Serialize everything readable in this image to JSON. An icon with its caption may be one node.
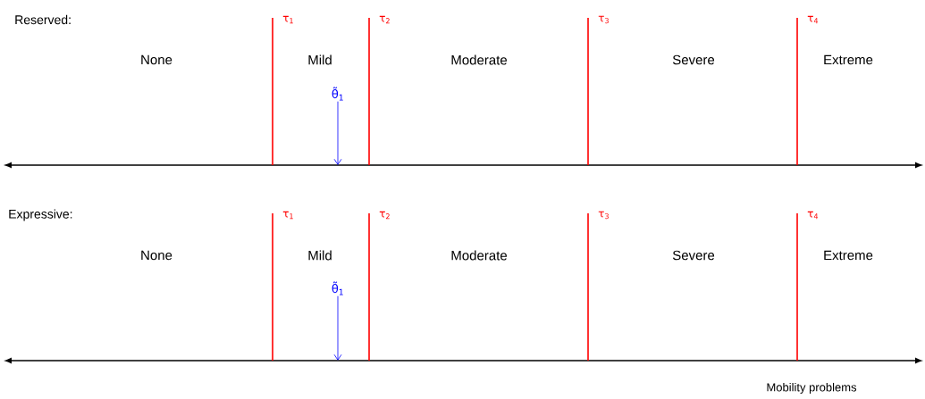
{
  "diagram": {
    "nodes": [
      {
        "text": [
          "θ̃$_{1}$"
        ]
      },
      {
        "text": [
          "θ̃$_{1}$"
        ]
      }
    ],
    "edges": [
      {
        "from": 0,
        "to": null,
        "arrow": "to",
        "color": "#0000ff"
      },
      {
        "from": 1,
        "to": null,
        "arrow": "to",
        "color": "#0000ff"
      }
    ],
    "labels": [
      "Reserved:",
      "τ$_{1}$",
      "τ$_{2}$",
      "τ$_{3}$",
      "τ$_{4}$",
      "None",
      "Mild",
      "Moderate",
      "Severe",
      "Extreme",
      "Expressive:",
      "τ$_{1}$",
      "τ$_{2}$",
      "τ$_{3}$",
      "τ$_{4}$",
      "None",
      "Mild",
      "Moderate",
      "Severe",
      "Extreme",
      "Mobility problems"
    ]
  }
}
